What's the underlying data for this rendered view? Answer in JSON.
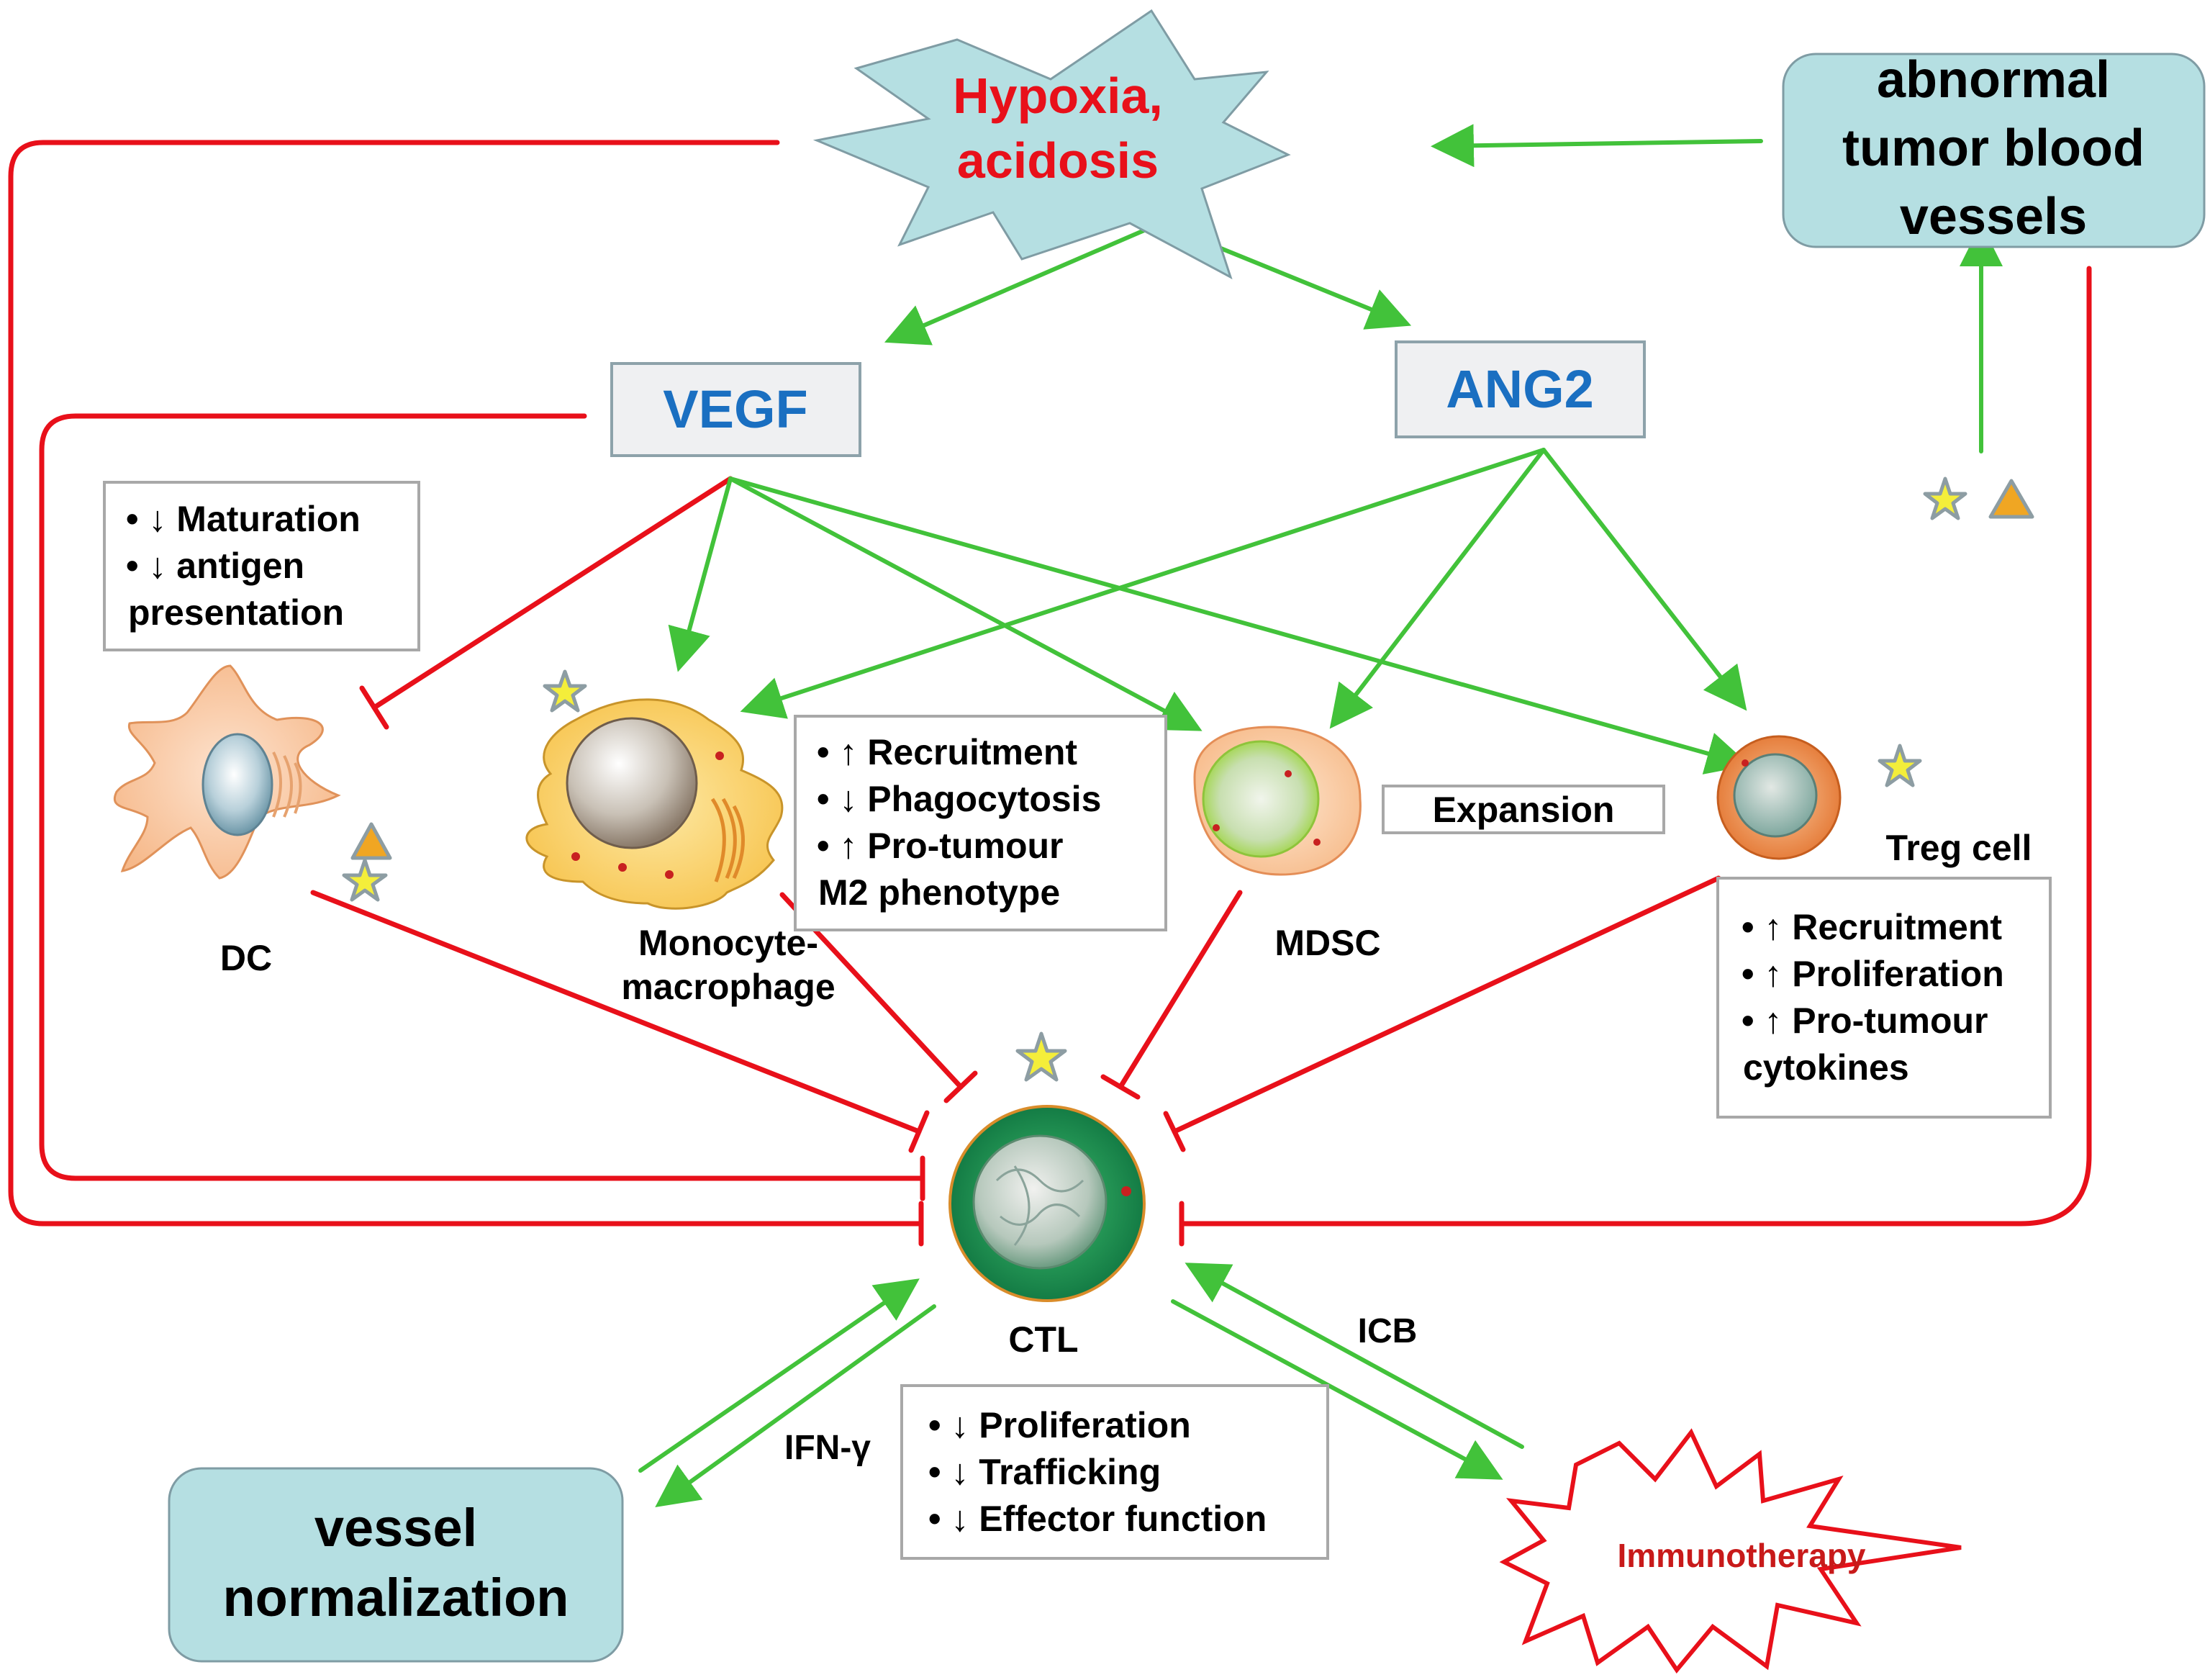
{
  "colors": {
    "inhibit": "#e8101a",
    "activate": "#42c23a",
    "teal_box": "#b5dfe2",
    "factor_box": "#eff0f2",
    "red_text": "#e8101a",
    "blue_text": "#1a6fc1",
    "star": "#f4ee3a",
    "triangle": "#f0a623"
  },
  "nodes": {
    "hypoxia": {
      "line1": "Hypoxia,",
      "line2": "acidosis"
    },
    "abnormal": {
      "line1": "abnormal",
      "line2": "tumor blood",
      "line3": "vessels"
    },
    "vegf": "VEGF",
    "ang2": "ANG2",
    "vessel_norm": {
      "line1": "vessel",
      "line2": "normalization"
    },
    "immunotherapy": "Immunotherapy"
  },
  "cells": {
    "dc": "DC",
    "monocyte": {
      "line1": "Monocyte-",
      "line2": "macrophage"
    },
    "mdsc": "MDSC",
    "treg": "Treg cell",
    "ctl": "CTL"
  },
  "boxes": {
    "dc_effects": [
      "• ↓ Maturation",
      "• ↓ antigen",
      "presentation"
    ],
    "mono_effects": [
      "• ↑ Recruitment",
      "• ↓ Phagocytosis",
      "• ↑ Pro-tumour",
      "M2 phenotype"
    ],
    "mdsc_effect": "Expansion",
    "treg_effects": [
      "• ↑ Recruitment",
      "• ↑ Proliferation",
      "• ↑ Pro-tumour",
      "cytokines"
    ],
    "ctl_effects": [
      "• ↓ Proliferation",
      "• ↓ Trafficking",
      "• ↓ Effector function"
    ]
  },
  "labels": {
    "ifn": "IFN-γ",
    "icb": "ICB"
  }
}
